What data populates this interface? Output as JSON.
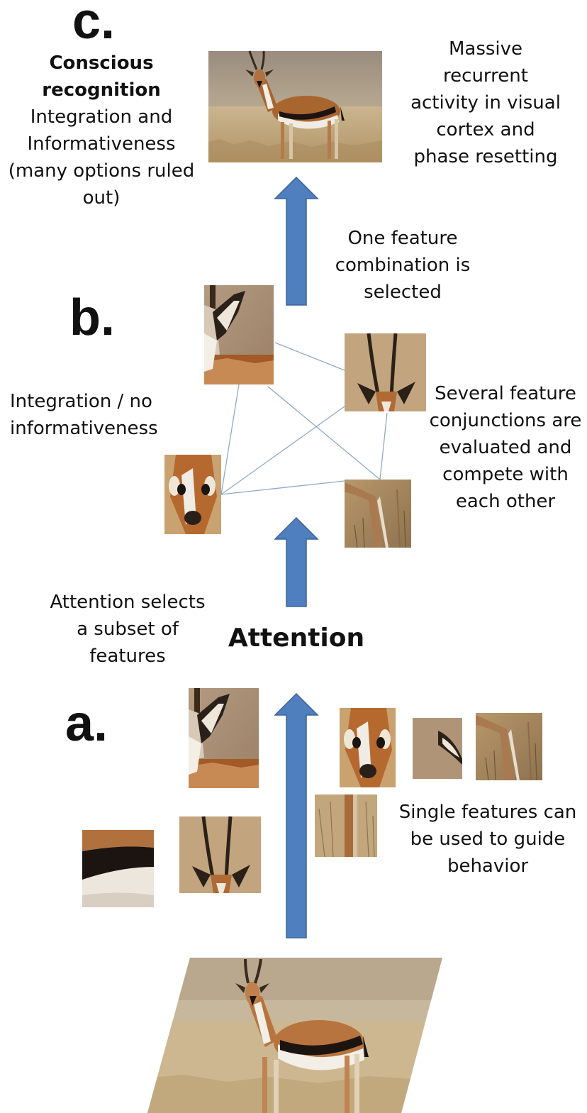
{
  "panels": {
    "c": {
      "letter": "c.",
      "title_line1": "Conscious",
      "title_line2": "recognition",
      "left_lines": [
        "Integration and",
        "Informativeness",
        "(many options ruled",
        "out)"
      ],
      "right_lines": [
        "Massive",
        "recurrent",
        "activity in visual",
        "cortex and",
        "phase resetting"
      ]
    },
    "b": {
      "letter": "b.",
      "top_lines": [
        "One feature",
        "combination is",
        "selected"
      ],
      "left_lines": [
        "Integration / no",
        "informativeness"
      ],
      "right_lines": [
        "Several feature",
        "conjunctions are",
        "evaluated and",
        "compete with",
        "each other"
      ]
    },
    "attention": {
      "left_lines": [
        "Attention selects",
        "a subset of",
        "features"
      ],
      "label": "Attention"
    },
    "a": {
      "letter": "a.",
      "right_lines": [
        "Single features can",
        "be used to guide",
        "behavior"
      ]
    }
  },
  "colors": {
    "arrow_fill": "#4f7fbf",
    "arrow_stroke": "#3b6399",
    "network_line": "#8fa9c7",
    "sky": "#a99b8a",
    "grass": "#b89e72",
    "fur": "#a8652e",
    "belly": "#f3efe7",
    "stripe": "#1c1410"
  },
  "icons": [
    "gazelle-image",
    "gazelle-crop-head",
    "gazelle-crop-horns",
    "gazelle-crop-face",
    "gazelle-crop-leg",
    "gazelle-crop-ear",
    "gazelle-crop-stripe",
    "gazelle-crop-grass"
  ]
}
